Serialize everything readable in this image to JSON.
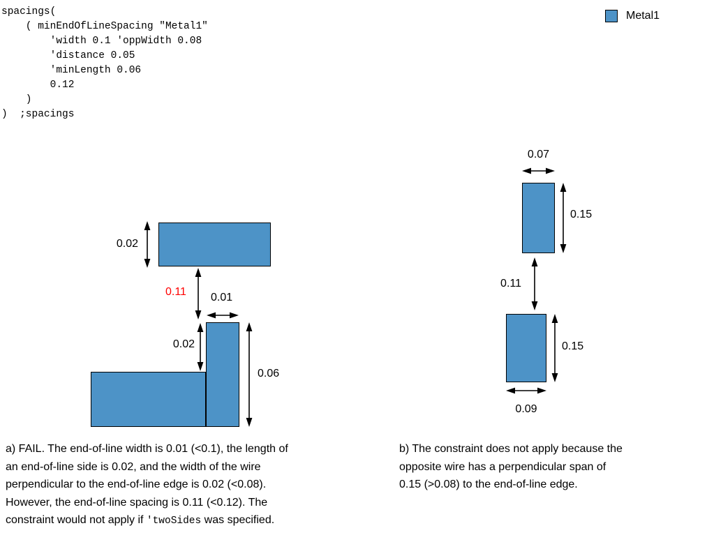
{
  "colors": {
    "metal1_fill": "#4D93C7",
    "fail_red": "#FF0000",
    "line": "#000000"
  },
  "code_listing": {
    "lines": [
      "spacings(",
      "    ( minEndOfLineSpacing \"Metal1\"",
      "        'width 0.1 'oppWidth 0.08",
      "        'distance 0.05",
      "        'minLength 0.06",
      "        0.12",
      "    )",
      ")  ;spacings"
    ]
  },
  "legend": {
    "label": "Metal1"
  },
  "figure_a": {
    "labels": {
      "top_wire_height": "0.02",
      "eol_spacing": "0.11",
      "eol_width": "0.01",
      "eol_side_length": "0.02",
      "wire_length": "0.06"
    },
    "caption": {
      "line1": "a) FAIL. The end-of-line width is 0.01 (<0.1), the length of",
      "line2": "an end-of-line side is 0.02, and the width of the wire",
      "line3": "perpendicular to the end-of-line edge is 0.02 (<0.08).",
      "line4": "However, the end-of-line spacing is 0.11 (<0.12). The",
      "line5_before": "constraint would not apply if ",
      "line5_code": "'twoSides",
      "line5_after": " was specified."
    }
  },
  "figure_b": {
    "labels": {
      "top_wire_width": "0.07",
      "top_wire_span": "0.15",
      "spacing": "0.11",
      "bottom_wire_span": "0.15",
      "bottom_wire_width": "0.09"
    },
    "caption": {
      "line1": "b) The constraint does not apply because the",
      "line2": "opposite wire has a perpendicular span of",
      "line3": "0.15 (>0.08) to the end-of-line edge."
    }
  }
}
